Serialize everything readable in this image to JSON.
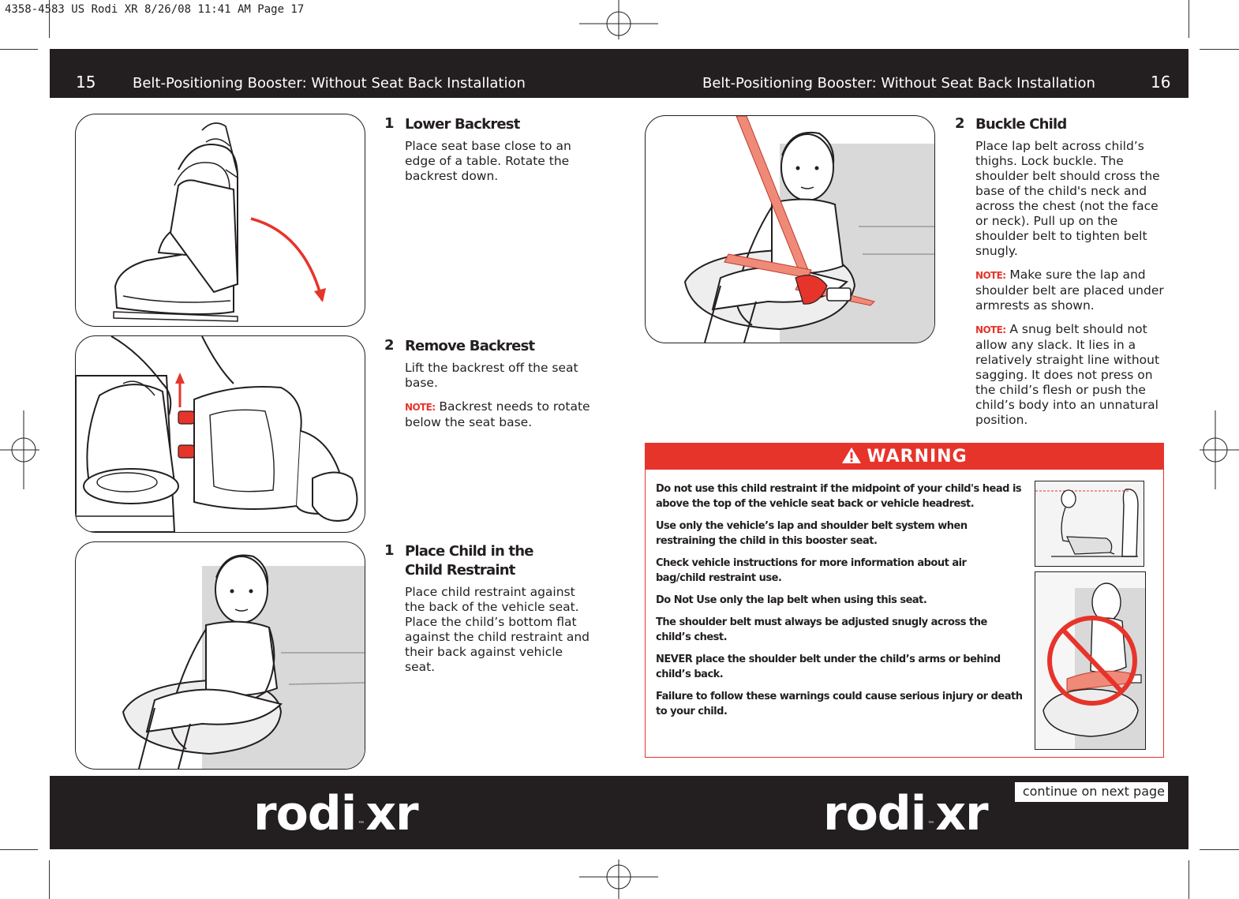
{
  "print_slug": "4358-4583 US Rodi XR  8/26/08  11:41 AM  Page 17",
  "header": {
    "left_page_number": "15",
    "left_title": "Belt-Positioning Booster: Without Seat Back Installation",
    "right_title": "Belt-Positioning Booster: Without Seat Back Installation",
    "right_page_number": "16"
  },
  "steps": {
    "lower_backrest": {
      "number": "1",
      "title": "Lower Backrest",
      "body": "Place seat base close to an edge of a table.  Rotate the backrest down."
    },
    "remove_backrest": {
      "number": "2",
      "title": "Remove Backrest",
      "body": "Lift the backrest off the seat base.",
      "note_label": "NOTE:",
      "note": " Backrest needs to rotate below the seat base."
    },
    "place_child": {
      "number": "1",
      "title": "Place Child in the Child Restraint",
      "body": "Place child restraint against the back of the vehicle seat. Place the child’s bottom flat against the child restraint and their back against vehicle seat."
    },
    "buckle_child": {
      "number": "2",
      "title": "Buckle Child",
      "body": "Place lap belt across child’s thighs. Lock buckle.  The shoulder belt should cross the base of the child's neck and across the chest (not the face or neck).  Pull up on the shoulder belt to tighten belt snugly.",
      "note1_label": "NOTE:",
      "note1": " Make sure the lap and shoulder belt are placed under armrests as shown.",
      "note2_label": "NOTE:",
      "note2": "  A snug belt should not allow any slack. It lies in a relatively straight line without sagging. It does not press on the child’s flesh or push the child’s body into an unnatural position."
    }
  },
  "warning": {
    "heading": "WARNING",
    "items": [
      "Do not use this child restraint if the midpoint of your child's head is above the top of the vehicle seat back or vehicle headrest.",
      "Use only the vehicle’s lap and shoulder belt system when restraining the child in this booster seat.",
      "Check vehicle instructions for more information about air bag/child restraint use.",
      "Do Not Use only the lap belt when using this seat.",
      "The shoulder belt must always be adjusted snugly across the child’s chest.",
      "NEVER place the shoulder belt under the child’s arms or behind child’s back.",
      "Failure to follow these warnings could cause serious injury or death to your child."
    ]
  },
  "footer": {
    "logo_left_main": "rodi",
    "logo_left_tm": "™",
    "logo_left_suffix": "xr",
    "logo_right_main": "rodi",
    "logo_right_tm": "™",
    "logo_right_suffix": "xr",
    "continue": "continue on next page"
  },
  "colors": {
    "accent_red": "#e7342b",
    "belt_salmon": "#f08a78",
    "band_dark": "#231f20",
    "seat_gray": "#d9d9d9"
  },
  "icons": [
    "warning-triangle-icon",
    "registration-mark-icon",
    "prohibited-sign-icon",
    "arrow-icon"
  ]
}
